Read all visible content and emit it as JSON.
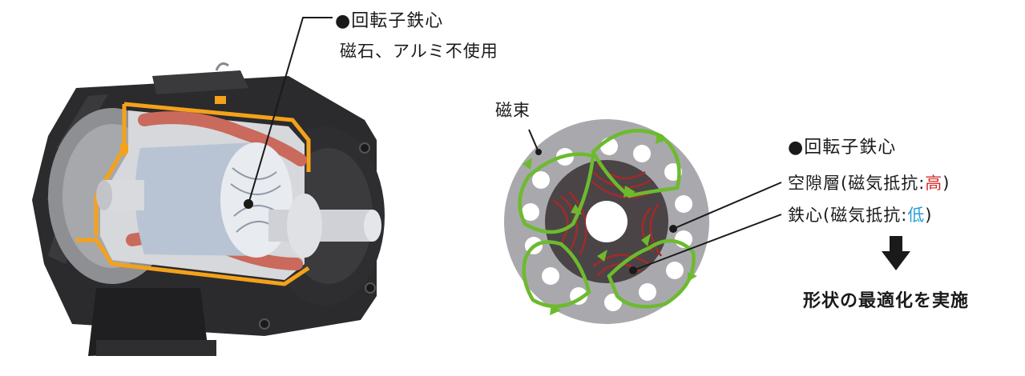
{
  "left_figure": {
    "heading": "●回転子鉄心",
    "note": "磁石、アルミ不使用"
  },
  "right_figure": {
    "flux_label": "磁束",
    "heading": "●回転子鉄心",
    "air_gap": {
      "prefix": "空隙層(磁気抵抗:",
      "value": "高",
      "suffix": ")",
      "value_color": "#d62b2b"
    },
    "iron_core": {
      "prefix": "鉄心(磁気抵抗:",
      "value": "低",
      "suffix": ")",
      "value_color": "#2a9fd6"
    },
    "arrow_icon": "down-arrow-icon",
    "conclusion": "形状の最適化を実施"
  },
  "colors": {
    "flux_green": "#6cbb2e",
    "frame_orange": "#f4a21b",
    "coil_red": "#c96a5c",
    "stator_gray": "#a9a9ad",
    "rotor_dark": "#4a4446"
  }
}
